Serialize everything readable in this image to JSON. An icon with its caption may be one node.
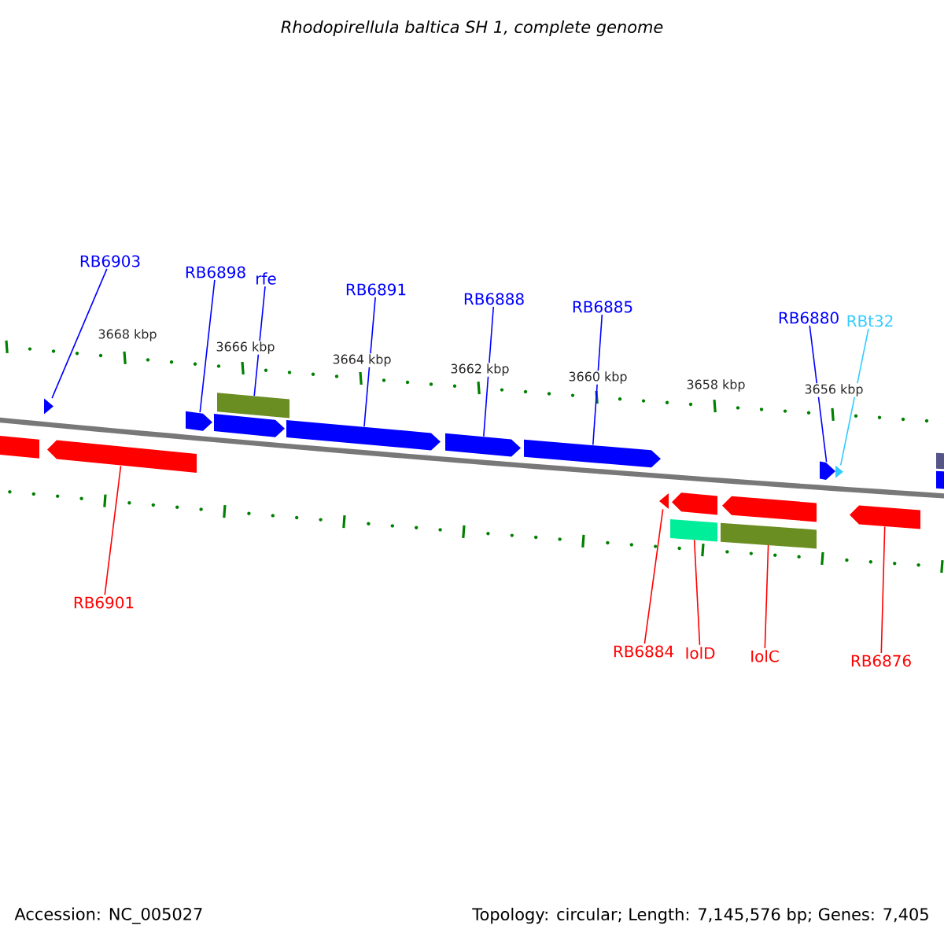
{
  "diagram": {
    "title": "Rhodopirellula baltica SH 1, complete genome",
    "nodes": [
      {
        "text": [
          "RB6903"
        ]
      },
      {
        "text": [
          "RB6898"
        ]
      },
      {
        "text": [
          "rfe"
        ]
      },
      {
        "text": [
          "RB6891"
        ]
      },
      {
        "text": [
          "RB6888"
        ]
      },
      {
        "text": [
          "RB6885"
        ]
      },
      {
        "text": [
          "RB6880"
        ]
      },
      {
        "text": [
          "RBt32"
        ]
      },
      {
        "text": [
          "RB6901"
        ]
      },
      {
        "text": [
          "RB6884"
        ]
      },
      {
        "text": [
          "IolD"
        ]
      },
      {
        "text": [
          "IolC"
        ]
      },
      {
        "text": [
          "RB6876"
        ]
      },
      {
        "text": [],
        "shape": "box"
      },
      {
        "text": [],
        "shape": "pentagon"
      },
      {
        "text": [],
        "shape": "pentagon"
      },
      {
        "text": [],
        "shape": "pentagon"
      },
      {
        "text": [],
        "shape": "pentagon"
      },
      {
        "text": [],
        "shape": "box"
      },
      {
        "text": [],
        "shape": "pentagon"
      },
      {
        "text": [],
        "shape": "pentagon"
      },
      {
        "text": [],
        "shape": "pentagon"
      },
      {
        "text": [],
        "shape": "pentagon"
      },
      {
        "text": [],
        "shape": "box"
      },
      {
        "text": [],
        "shape": "pentagon"
      },
      {
        "text": [],
        "shape": "box"
      },
      {
        "text": [],
        "shape": "pentagon"
      },
      {
        "text": [],
        "shape": "pentagon"
      },
      {
        "text": [],
        "shape": "pentagon"
      },
      {
        "text": [],
        "shape": "pentagon"
      },
      {
        "text": [],
        "shape": "box"
      },
      {
        "text": [],
        "shape": "box"
      }
    ],
    "edges": [
      {
        "from": 0,
        "to": 14,
        "arrow": "none"
      },
      {
        "from": 1,
        "to": 16,
        "arrow": "none"
      },
      {
        "from": 2,
        "to": 18,
        "arrow": "none"
      },
      {
        "from": 3,
        "to": 19,
        "arrow": "none"
      },
      {
        "from": 4,
        "to": 20,
        "arrow": "none"
      },
      {
        "from": 5,
        "to": 21,
        "arrow": "none"
      },
      {
        "from": 6,
        "to": 27,
        "arrow": "none"
      },
      {
        "from": 7,
        "to": 28,
        "arrow": "none",
        "color": "#33ccff"
      },
      {
        "from": 8,
        "to": 15,
        "arrow": "none",
        "color": "#ff0000"
      },
      {
        "from": 9,
        "to": 22,
        "arrow": "none",
        "color": "#ff0000"
      },
      {
        "from": 10,
        "to": 23,
        "arrow": "none",
        "color": "#ff0000"
      },
      {
        "from": 11,
        "to": 25,
        "arrow": "none",
        "color": "#ff0000"
      },
      {
        "from": 12,
        "to": 29,
        "arrow": "none",
        "color": "#ff0000"
      }
    ],
    "labels": [
      "3668 kbp",
      "3666 kbp",
      "3664 kbp",
      "3662 kbp",
      "3660 kbp",
      "3658 kbp",
      "3656 kbp",
      "Accession: NC_005027",
      "Topology: circular; Length: 7,145,576 bp; Genes: 7,405"
    ]
  }
}
